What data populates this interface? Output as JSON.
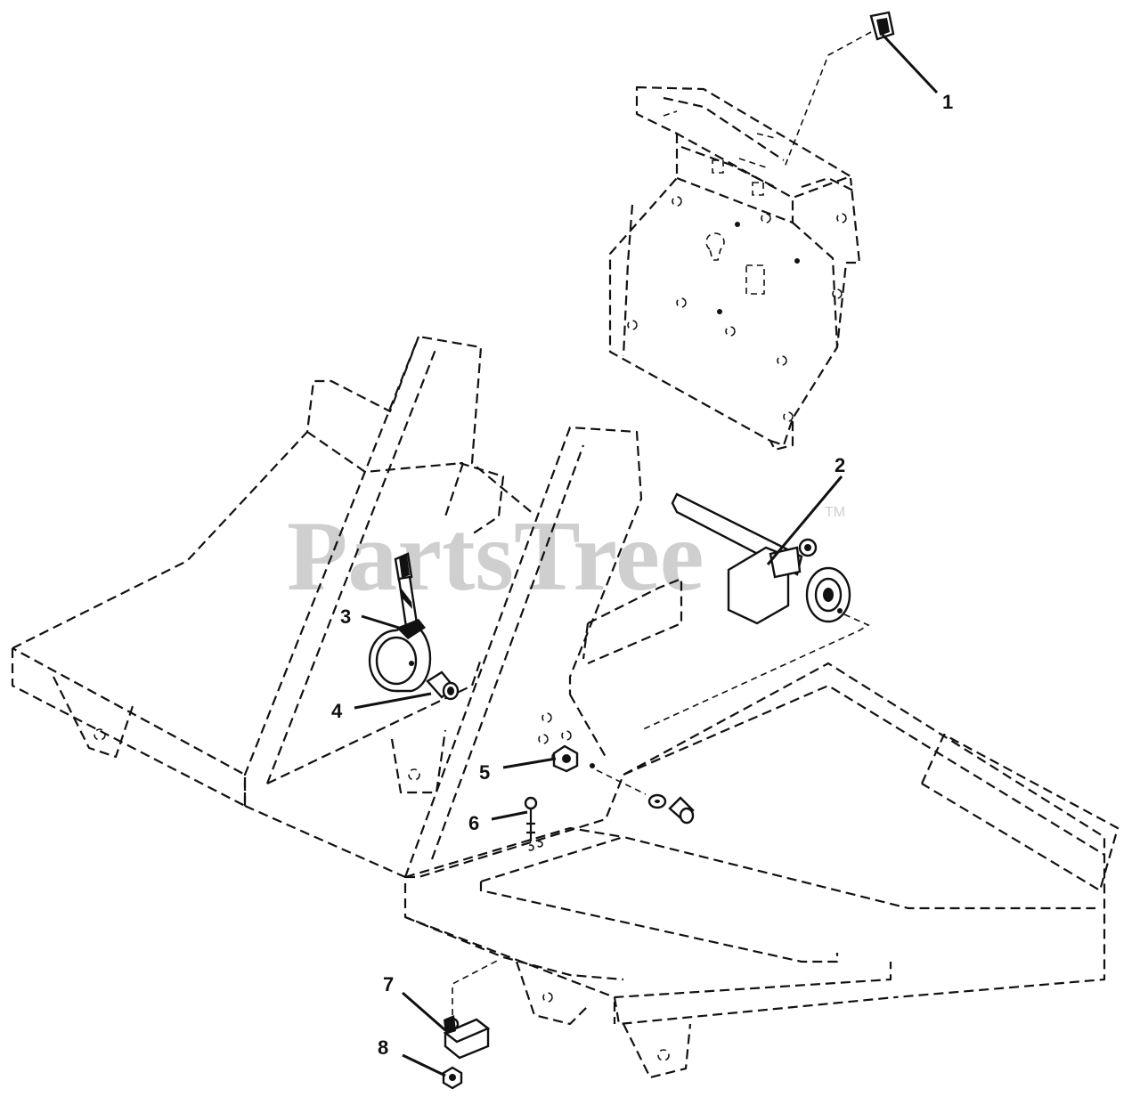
{
  "watermark": {
    "text": "PartsTree",
    "trademark": "TM"
  },
  "callouts": [
    {
      "id": 1,
      "label": "1"
    },
    {
      "id": 2,
      "label": "2"
    },
    {
      "id": 3,
      "label": "3"
    },
    {
      "id": 4,
      "label": "4"
    },
    {
      "id": 5,
      "label": "5"
    },
    {
      "id": 6,
      "label": "6"
    },
    {
      "id": 7,
      "label": "7"
    },
    {
      "id": 8,
      "label": "8"
    }
  ]
}
